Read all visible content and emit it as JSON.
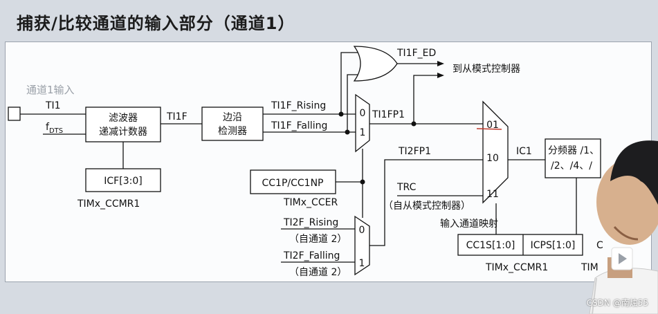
{
  "title": "捕获/比较通道的输入部分（通道1）",
  "labels": {
    "channel_input": "通道1输入",
    "ti1": "TI1",
    "fdts_main": "f",
    "fdts_sub": "DTS",
    "ti1f": "TI1F",
    "ti1f_ed": "TI1F_ED",
    "to_slave_controller": "到从模式控制器",
    "ti1f_rising": "TI1F_Rising",
    "ti1f_falling": "TI1F_Falling",
    "ti1fp1": "TI1FP1",
    "ti2fp1": "TI2FP1",
    "trc": "TRC",
    "from_slave_controller": "（自从模式控制器）",
    "ti2f_rising": "TI2F_Rising",
    "ti2f_falling": "TI2F_Falling",
    "from_channel2_a": "（自通道 2）",
    "from_channel2_b": "（自通道 2）",
    "ic1": "IC1",
    "input_channel_map": "输入通道映射",
    "timx_ccmr1_left": "TIMx_CCMR1",
    "timx_ccer": "TIMx_CCER",
    "timx_ccmr1_right": "TIMx_CCMR1",
    "tim_cut": "TIM",
    "c_cut": "C"
  },
  "blocks": {
    "filter_line1": "滤波器",
    "filter_line2": "递减计数器",
    "edge_line1": "边沿",
    "edge_line2": "检测器",
    "icf": "ICF[3:0]",
    "cc1p": "CC1P/CC1NP",
    "cc1s": "CC1S[1:0]",
    "icps": "ICPS[1:0]",
    "prescaler_line1": "分频器 /1、",
    "prescaler_line2": "/2、/4、/"
  },
  "mux_inputs": {
    "edge_mux_0": "0",
    "edge_mux_1": "1",
    "ch2_mux_0": "0",
    "ch2_mux_1": "1",
    "sel_01": "01",
    "sel_10": "10",
    "sel_11": "11"
  },
  "watermark": "CSDN @南烛55",
  "colors": {
    "background": "#d6dbe2",
    "panel": "#fbfcfd",
    "line": "#111111",
    "caption_gray": "#9aa0a8",
    "accent_red": "#c0392b"
  }
}
